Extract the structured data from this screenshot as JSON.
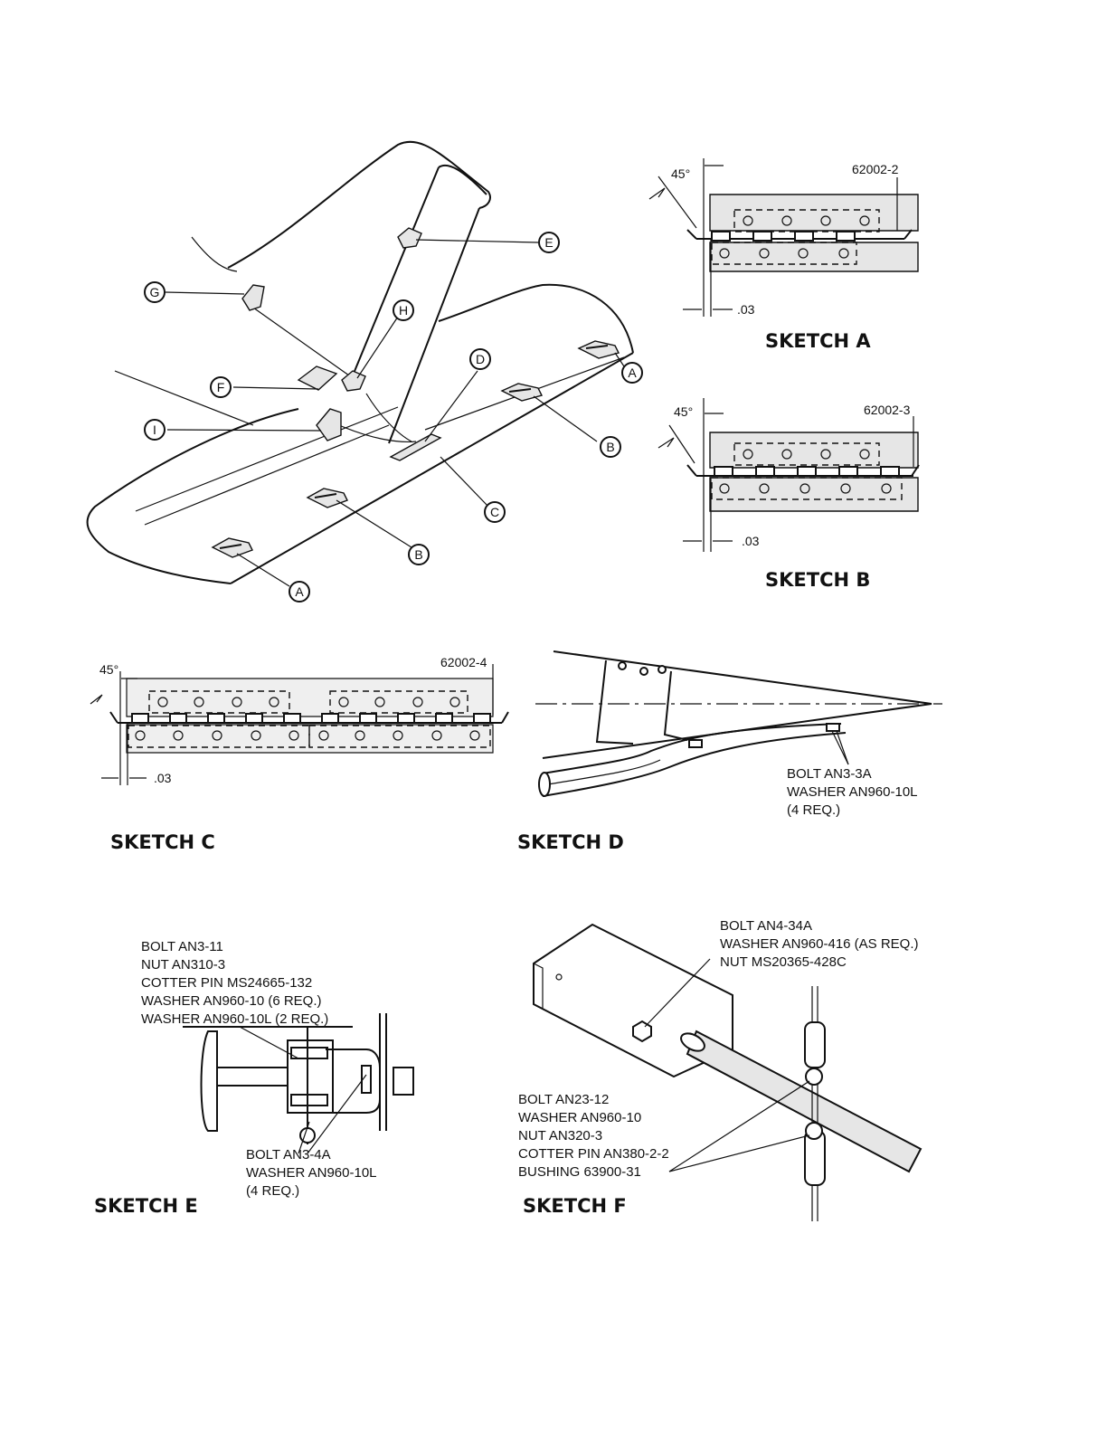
{
  "main_view": {
    "callouts": {
      "A_right": "A",
      "A_left": "A",
      "B_right": "B",
      "B_left": "B",
      "C": "C",
      "D": "D",
      "E": "E",
      "F": "F",
      "G": "G",
      "H": "H",
      "I": "I"
    }
  },
  "sketch_a": {
    "title": "SKETCH A",
    "angle": "45°",
    "part": "62002-2",
    "gap": ".03"
  },
  "sketch_b": {
    "title": "SKETCH B",
    "angle": "45°",
    "part": "62002-3",
    "gap": ".03"
  },
  "sketch_c": {
    "title": "SKETCH C",
    "angle": "45°",
    "part": "62002-4",
    "gap": ".03"
  },
  "sketch_d": {
    "title": "SKETCH D",
    "notes": [
      "BOLT AN3-3A",
      "WASHER AN960-10L",
      "(4 REQ.)"
    ]
  },
  "sketch_e": {
    "title": "SKETCH E",
    "notes_top": [
      "BOLT AN3-11",
      "NUT AN310-3",
      "COTTER PIN MS24665-132",
      "WASHER AN960-10 (6 REQ.)",
      "WASHER AN960-10L (2 REQ.)"
    ],
    "notes_bottom": [
      "BOLT AN3-4A",
      "WASHER AN960-10L",
      "(4 REQ.)"
    ]
  },
  "sketch_f": {
    "title": "SKETCH F",
    "notes_top": [
      "BOLT AN4-34A",
      "WASHER AN960-416 (AS REQ.)",
      "NUT MS20365-428C"
    ],
    "notes_bottom": [
      "BOLT AN23-12",
      "WASHER AN960-10",
      "NUT AN320-3",
      "COTTER PIN AN380-2-2",
      "BUSHING 63900-31"
    ]
  }
}
